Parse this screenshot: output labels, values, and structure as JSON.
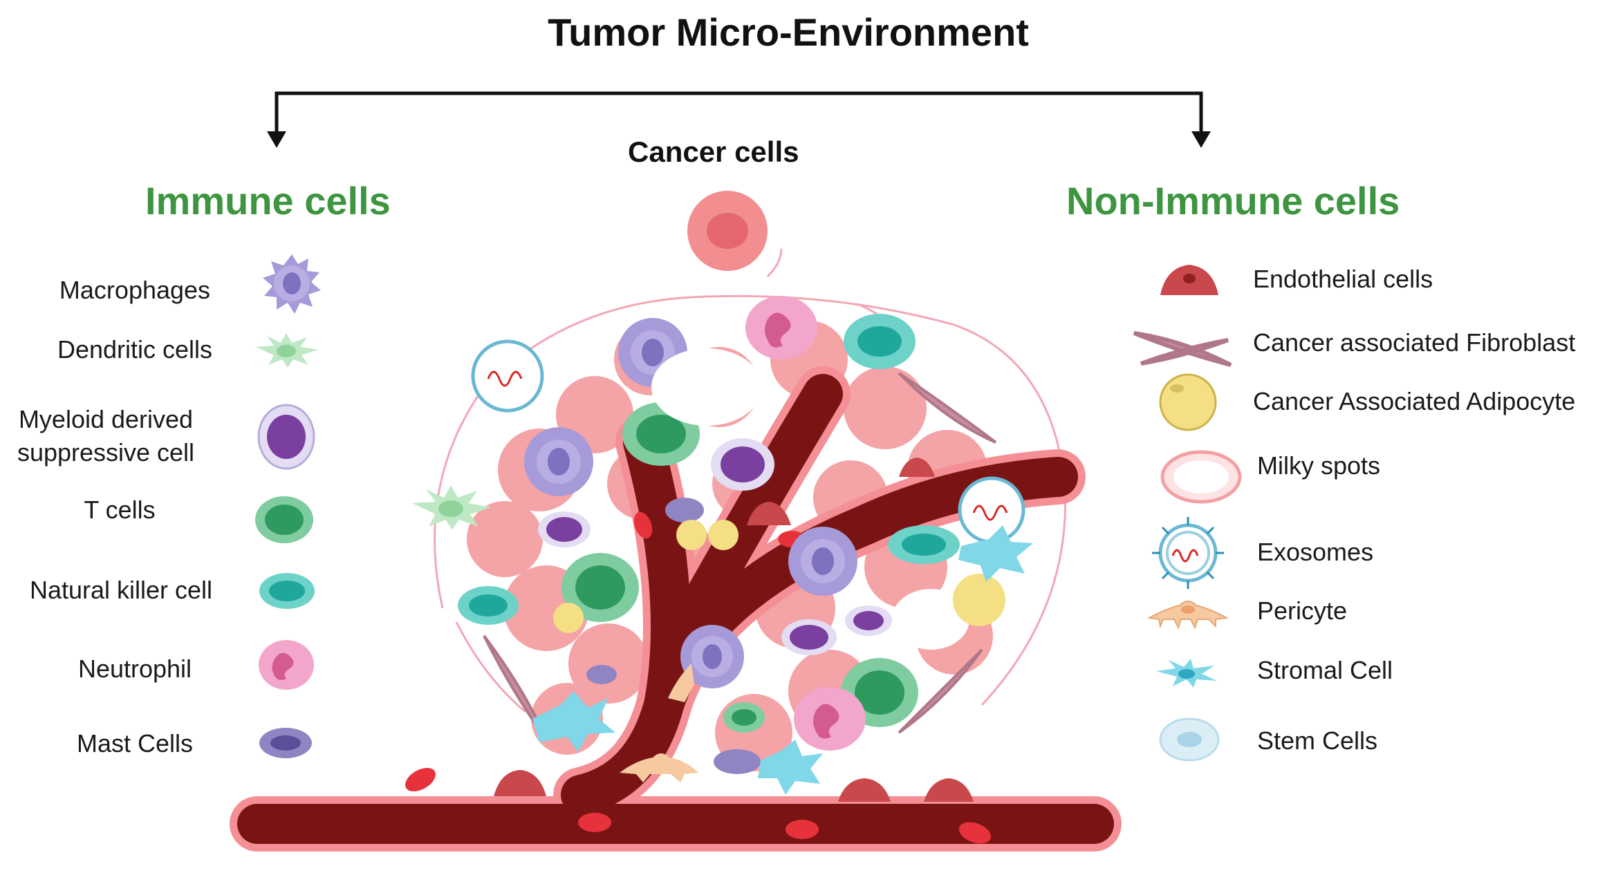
{
  "title": "Tumor Micro-Environment",
  "center_label": "Cancer cells",
  "immune": {
    "heading": "Immune cells",
    "items": [
      {
        "label": "Macrophages",
        "icon": "macrophage-icon"
      },
      {
        "label": "Dendritic cells",
        "icon": "dendritic-cell-icon"
      },
      {
        "label": "Myeloid derived\nsuppressive cell",
        "line1": "Myeloid derived",
        "line2": "suppressive cell",
        "icon": "mdsc-icon"
      },
      {
        "label": "T cells",
        "icon": "t-cell-icon"
      },
      {
        "label": "Natural killer cell",
        "icon": "nk-cell-icon"
      },
      {
        "label": "Neutrophil",
        "icon": "neutrophil-icon"
      },
      {
        "label": "Mast Cells",
        "icon": "mast-cell-icon"
      }
    ]
  },
  "non_immune": {
    "heading": "Non-Immune cells",
    "items": [
      {
        "label": "Endothelial cells",
        "icon": "endothelial-cell-icon"
      },
      {
        "label": "Cancer associated Fibroblast",
        "icon": "fibroblast-icon"
      },
      {
        "label": "Cancer Associated Adipocyte",
        "icon": "adipocyte-icon"
      },
      {
        "label": "Milky spots",
        "icon": "milky-spot-icon"
      },
      {
        "label": "Exosomes",
        "icon": "exosome-icon"
      },
      {
        "label": "Pericyte",
        "icon": "pericyte-icon"
      },
      {
        "label": "Stromal Cell",
        "icon": "stromal-cell-icon"
      },
      {
        "label": "Stem Cells",
        "icon": "stem-cell-icon"
      }
    ]
  },
  "colors": {
    "heading_green": "#3e9540",
    "vessel_dark": "#7a1414",
    "vessel_wall": "#e8505a",
    "cancer_cell": "#f28d90",
    "macrophage": "#a79ad8",
    "t_cell": "#52b27d",
    "nk_cell": "#3cbfb3",
    "neutrophil": "#f3a6cb",
    "mdsc": "#7b3fa0",
    "mast_cell": "#7a6fb0"
  }
}
